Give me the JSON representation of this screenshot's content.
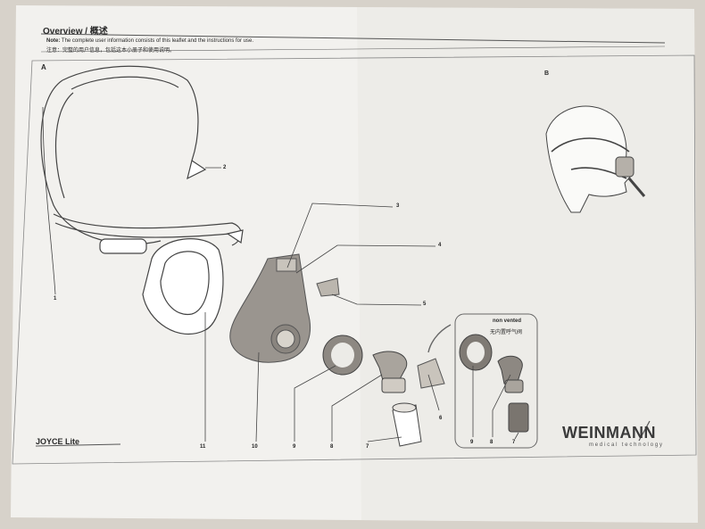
{
  "header": {
    "title": "Overview / 概述",
    "note_label": "Note:",
    "note_text": " The complete user information consists of this leaflet and the instructions for use.",
    "note_cn": "注意：完整的用户信息，包括这本小册子和使用说明。"
  },
  "sections": {
    "a": "A",
    "b": "B"
  },
  "product": {
    "name": "JOYCE Lite"
  },
  "brand": {
    "name": "WEINMANN",
    "tagline": "medical technology"
  },
  "non_vented": {
    "label": "non vented",
    "label_cn": "无内置呼气阀"
  },
  "callouts": [
    "1",
    "2",
    "3",
    "4",
    "5",
    "6",
    "7",
    "8",
    "9",
    "10",
    "11",
    "9",
    "8",
    "7"
  ]
}
